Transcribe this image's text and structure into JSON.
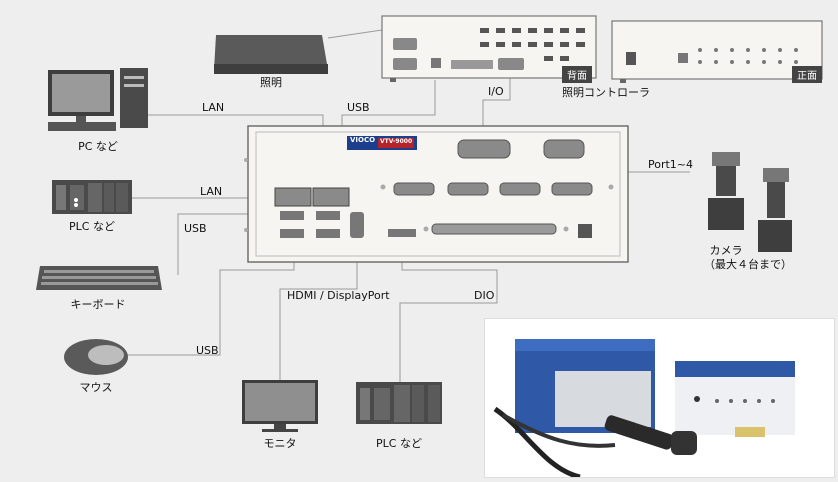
{
  "colors": {
    "background": "#eeeeee",
    "device": "#f6f5f1",
    "line": "#9a9a9a",
    "dark": "#3b3b3b",
    "accent_blue": "#1c3e8c",
    "accent_red": "#b5242a"
  },
  "devices": {
    "lighting": "照明",
    "controller": "照明コントローラ",
    "back_tag": "背面",
    "front_tag": "正面",
    "pc": "PC など",
    "plc_top": "PLC など",
    "keyboard": "キーボード",
    "mouse": "マウス",
    "monitor": "モニタ",
    "plc_bottom": "PLC など",
    "camera": "カメラ",
    "camera_note": "（最大４台まで）",
    "vision_brand": "VIOCO",
    "vision_model": "VTV-9000"
  },
  "connections": {
    "lan_pc": "LAN",
    "lan_plc": "LAN",
    "usb_top": "USB",
    "usb_kbd": "USB",
    "usb_mouse": "USB",
    "io": "I/O",
    "port": "Port1~4",
    "hdmi": "HDMI / DisplayPort",
    "dio": "DIO"
  }
}
